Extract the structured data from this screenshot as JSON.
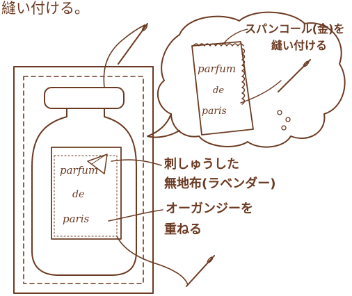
{
  "header": {
    "instruction": "縫い付ける。"
  },
  "bubble": {
    "sequin_label": "スパンコール(金)を",
    "sew_label": "縫い付ける",
    "card": {
      "line1": "parfum",
      "line2": "de",
      "line3": "paris"
    }
  },
  "bottle": {
    "card": {
      "line1": "parfum",
      "line2": "de",
      "line3": "paris"
    }
  },
  "callouts": {
    "fabric_line1": "刺しゅうした",
    "fabric_line2": "無地布(ラベンダー)",
    "organza_line1": "オーガンジーを",
    "organza_line2": "重ねる"
  },
  "colors": {
    "ink": "#6b3a22",
    "background": "#ffffff"
  }
}
